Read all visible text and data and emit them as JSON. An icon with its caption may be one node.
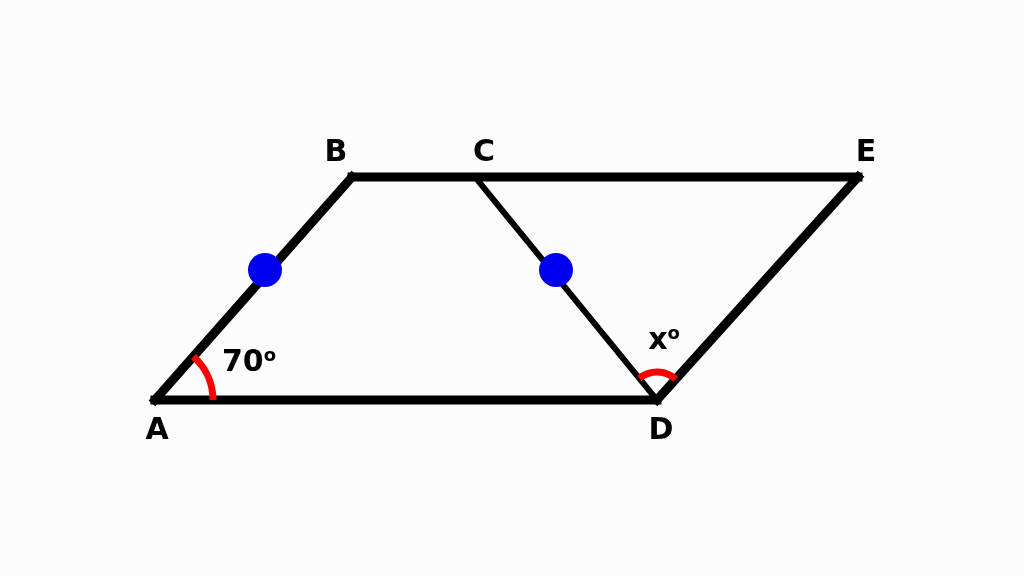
{
  "diagram": {
    "labels": [
      "B",
      "C",
      "E",
      "70$^{o}$",
      "x$^{o}$",
      "A",
      "D"
    ]
  }
}
